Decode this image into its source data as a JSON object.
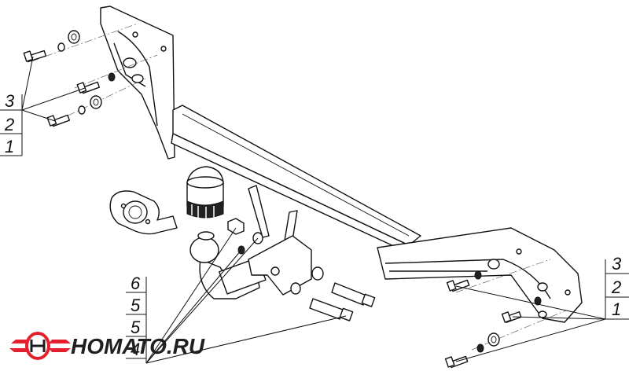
{
  "callouts_left": [
    "3",
    "2",
    "1"
  ],
  "callouts_right": [
    "3",
    "2",
    "1"
  ],
  "callouts_bottom": [
    "6",
    "5",
    "5",
    "4"
  ],
  "brand": {
    "name": "HOMATO.RU",
    "accent": "#e4202e",
    "dark": "#1f1f1f"
  }
}
